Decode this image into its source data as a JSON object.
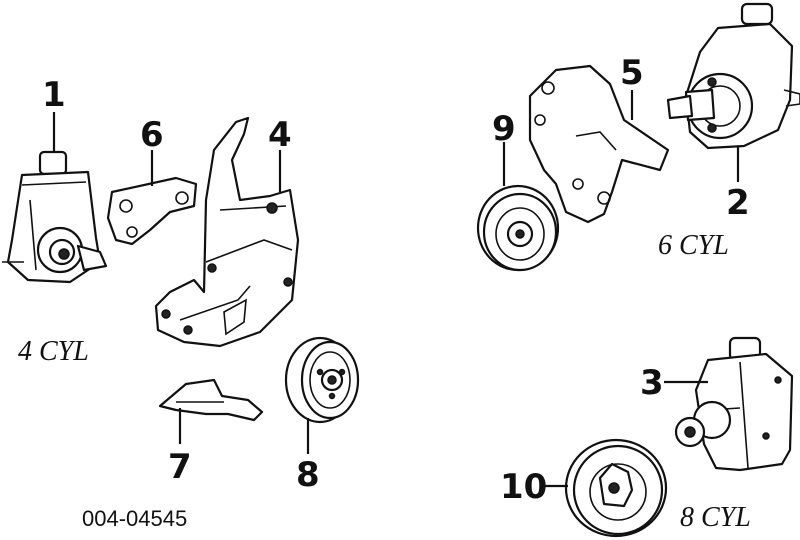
{
  "diagram": {
    "callouts": {
      "c1": "1",
      "c2": "2",
      "c3": "3",
      "c4": "4",
      "c5": "5",
      "c6": "6",
      "c7": "7",
      "c8": "8",
      "c9": "9",
      "c10": "10"
    },
    "engine_labels": {
      "four": "4 CYL",
      "six": "6 CYL",
      "eight": "8 CYL"
    },
    "part_number": "004-04545"
  }
}
